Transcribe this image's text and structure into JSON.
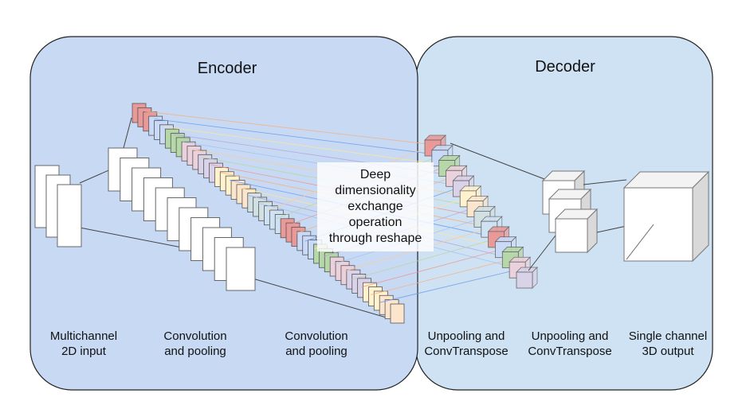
{
  "encoder": {
    "title": "Encoder",
    "fill": "#c8d9f4",
    "captions": {
      "input": [
        "Multichannel",
        "2D input"
      ],
      "conv1": [
        "Convolution",
        "and pooling"
      ],
      "conv2": [
        "Convolution",
        "and pooling"
      ]
    }
  },
  "decoder": {
    "title": "Decoder",
    "fill": "#cfe2f3",
    "captions": {
      "unpool1": [
        "Unpooling and",
        "ConvTranspose"
      ],
      "unpool2": [
        "Unpooling and",
        "ConvTranspose"
      ],
      "output": [
        "Single channel",
        "3D output"
      ]
    }
  },
  "center_note": [
    "Deep",
    "dimensionality",
    "exchange",
    "operation",
    "through reshape"
  ],
  "feature_colors": [
    "#ea9999",
    "#c9daf8",
    "#b6d7a8",
    "#ead1dc",
    "#d9d2e9",
    "#fff2cc",
    "#fce5cd",
    "#d0e0e3",
    "#cfe2f3"
  ],
  "line_colors": [
    "#f4b183",
    "#6d9eeb",
    "#ffe599",
    "#b4a7d6",
    "#a4c2f4",
    "#f9cb9c",
    "#b6d7a8",
    "#ea9999"
  ]
}
